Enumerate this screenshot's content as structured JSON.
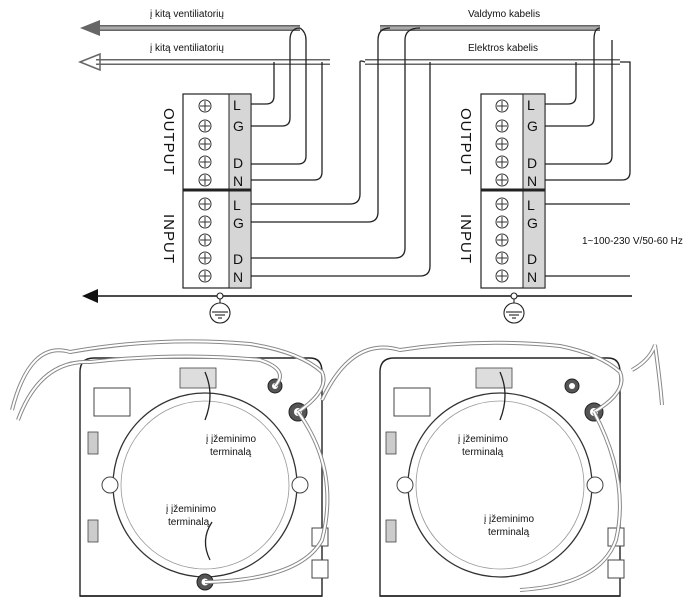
{
  "labels": {
    "to_other_fan_1": "į kitą ventiliatorių",
    "to_other_fan_2": "į kitą ventiliatorių",
    "control_cable": "Valdymo kabelis",
    "power_cable": "Elektros kabelis",
    "supply": "1~100-230 V/50-60 Hz",
    "ground_terminal": [
      "į įžeminimo",
      "terminalą"
    ]
  },
  "blocks": {
    "output": "OUTPUT",
    "input": "INPUT"
  },
  "terminals": {
    "L": "L",
    "G": "G",
    "D": "D",
    "N": "N"
  }
}
